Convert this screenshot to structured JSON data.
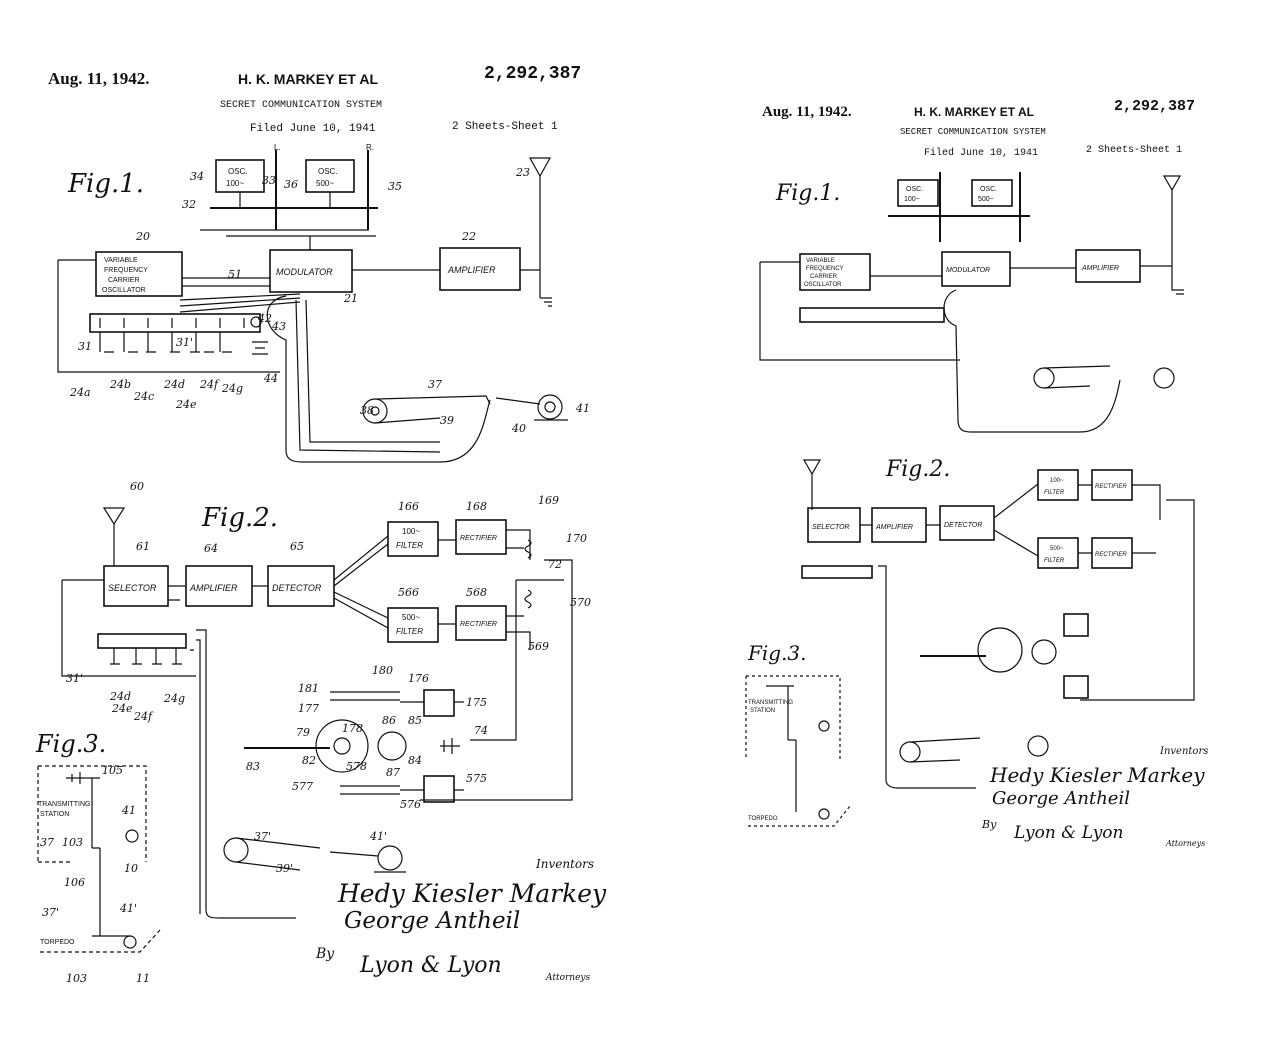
{
  "sheets": [
    {
      "id": "left",
      "header": {
        "date": "Aug. 11, 1942.",
        "inventor": "H. K. MARKEY ET AL",
        "patent_no": "2,292,387",
        "title": "SECRET COMMUNICATION SYSTEM",
        "filed": "Filed June 10, 1941",
        "sheets": "2 Sheets-Sheet 1"
      },
      "fig1": {
        "label": "Fig.1.",
        "osc1": [
          "OSC.",
          "100~"
        ],
        "osc2": [
          "OSC.",
          "500~"
        ],
        "vfo": [
          "VARIABLE",
          "FREQUENCY",
          "CARRIER",
          "OSCILLATOR"
        ],
        "modulator": "MODULATOR",
        "amplifier": "AMPLIFIER",
        "refs": [
          "34",
          "33",
          "36",
          "35",
          "23",
          "32",
          "20",
          "22",
          "51",
          "21",
          "42",
          "43",
          "31",
          "31'",
          "44",
          "37",
          "38",
          "39",
          "40",
          "41",
          "L.",
          "R."
        ],
        "condensers": [
          "24a",
          "24b",
          "24c",
          "24d",
          "24e",
          "24f",
          "24g"
        ]
      },
      "fig2": {
        "label": "Fig.2.",
        "selector": "SELECTOR",
        "amplifier": "AMPLIFIER",
        "detector": "DETECTOR",
        "filter100": [
          "100~",
          "FILTER"
        ],
        "filter500": [
          "500~",
          "FILTER"
        ],
        "rectifier": "RECTIFIER",
        "refs": [
          "60",
          "61",
          "64",
          "65",
          "166",
          "168",
          "169",
          "170",
          "72",
          "566",
          "568",
          "570",
          "569",
          "31'",
          "181",
          "180",
          "176",
          "175",
          "177",
          "178",
          "86",
          "85",
          "79",
          "84",
          "82",
          "578",
          "87",
          "83",
          "74",
          "577",
          "575",
          "576",
          "37'",
          "41'",
          "39'"
        ],
        "condensers": [
          "24d",
          "24e",
          "24f",
          "24g"
        ]
      },
      "fig3": {
        "label": "Fig.3.",
        "transmitting_station": [
          "TRANSMITTING",
          "STATION"
        ],
        "torpedo": "TORPEDO",
        "refs": [
          "105",
          "41",
          "37",
          "103",
          "10",
          "106",
          "37'",
          "41'",
          "103",
          "11"
        ]
      },
      "signature": {
        "inventors_label": "Inventors",
        "name1": "Hedy Kiesler Markey",
        "name2": "George Antheil",
        "by": "By",
        "attorneys_sig": "Lyon & Lyon",
        "attorneys_label": "Attorneys"
      }
    },
    {
      "id": "right",
      "header": {
        "date": "Aug. 11, 1942.",
        "inventor": "H. K. MARKEY ET AL",
        "patent_no": "2,292,387",
        "title": "SECRET COMMUNICATION SYSTEM",
        "filed": "Filed June 10, 1941",
        "sheets": "2 Sheets-Sheet 1"
      },
      "fig1": {
        "label": "Fig.1.",
        "osc1": [
          "OSC.",
          "100~"
        ],
        "osc2": [
          "OSC.",
          "500~"
        ],
        "vfo": [
          "VARIABLE",
          "FREQUENCY",
          "CARRIER",
          "OSCILLATOR"
        ],
        "modulator": "MODULATOR",
        "amplifier": "AMPLIFIER"
      },
      "fig2": {
        "label": "Fig.2.",
        "selector": "SELECTOR",
        "amplifier": "AMPLIFIER",
        "detector": "DETECTOR",
        "filter100": [
          "100~",
          "FILTER"
        ],
        "filter500": [
          "500~",
          "FILTER"
        ],
        "rectifier": "RECTIFIER"
      },
      "fig3": {
        "label": "Fig.3.",
        "transmitting_station": [
          "TRANSMITTING",
          "STATION"
        ],
        "torpedo": "TORPEDO"
      },
      "signature": {
        "inventors_label": "Inventors",
        "name1": "Hedy Kiesler Markey",
        "name2": "George Antheil",
        "by": "By",
        "attorneys_sig": "Lyon & Lyon",
        "attorneys_label": "Attorneys"
      }
    }
  ]
}
